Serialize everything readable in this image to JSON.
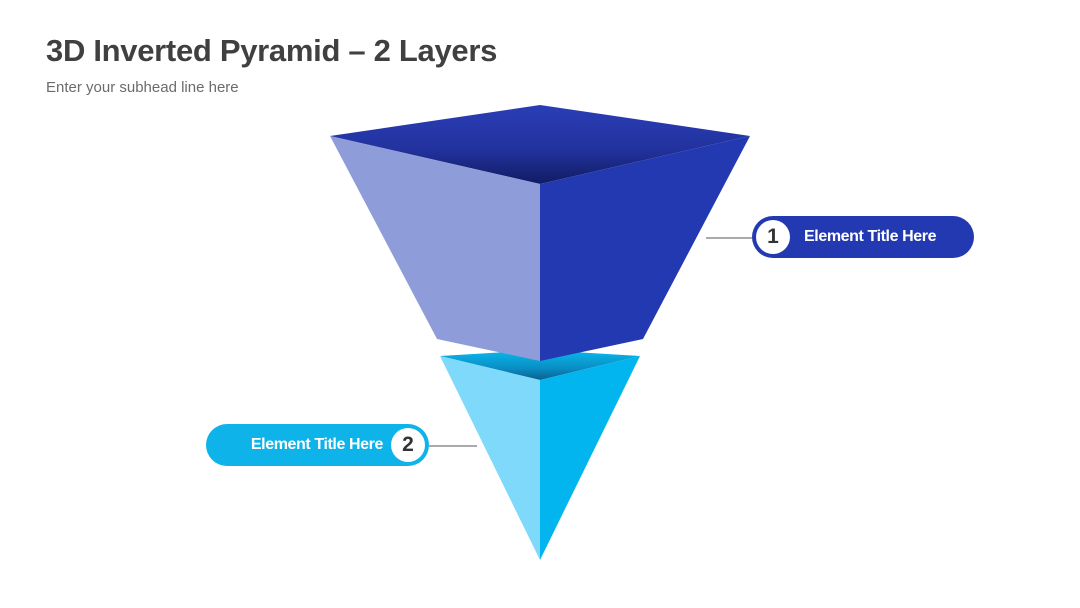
{
  "slide": {
    "title": "3D Inverted Pyramid – 2 Layers",
    "subtitle": "Enter your subhead line here"
  },
  "layers": [
    {
      "number": "1",
      "label": "Element Title Here",
      "color": "#2339b2",
      "light_color": "#8f9cda"
    },
    {
      "number": "2",
      "label": "Element Title Here",
      "color": "#03b5ef",
      "light_color": "#7fd9fa"
    }
  ]
}
